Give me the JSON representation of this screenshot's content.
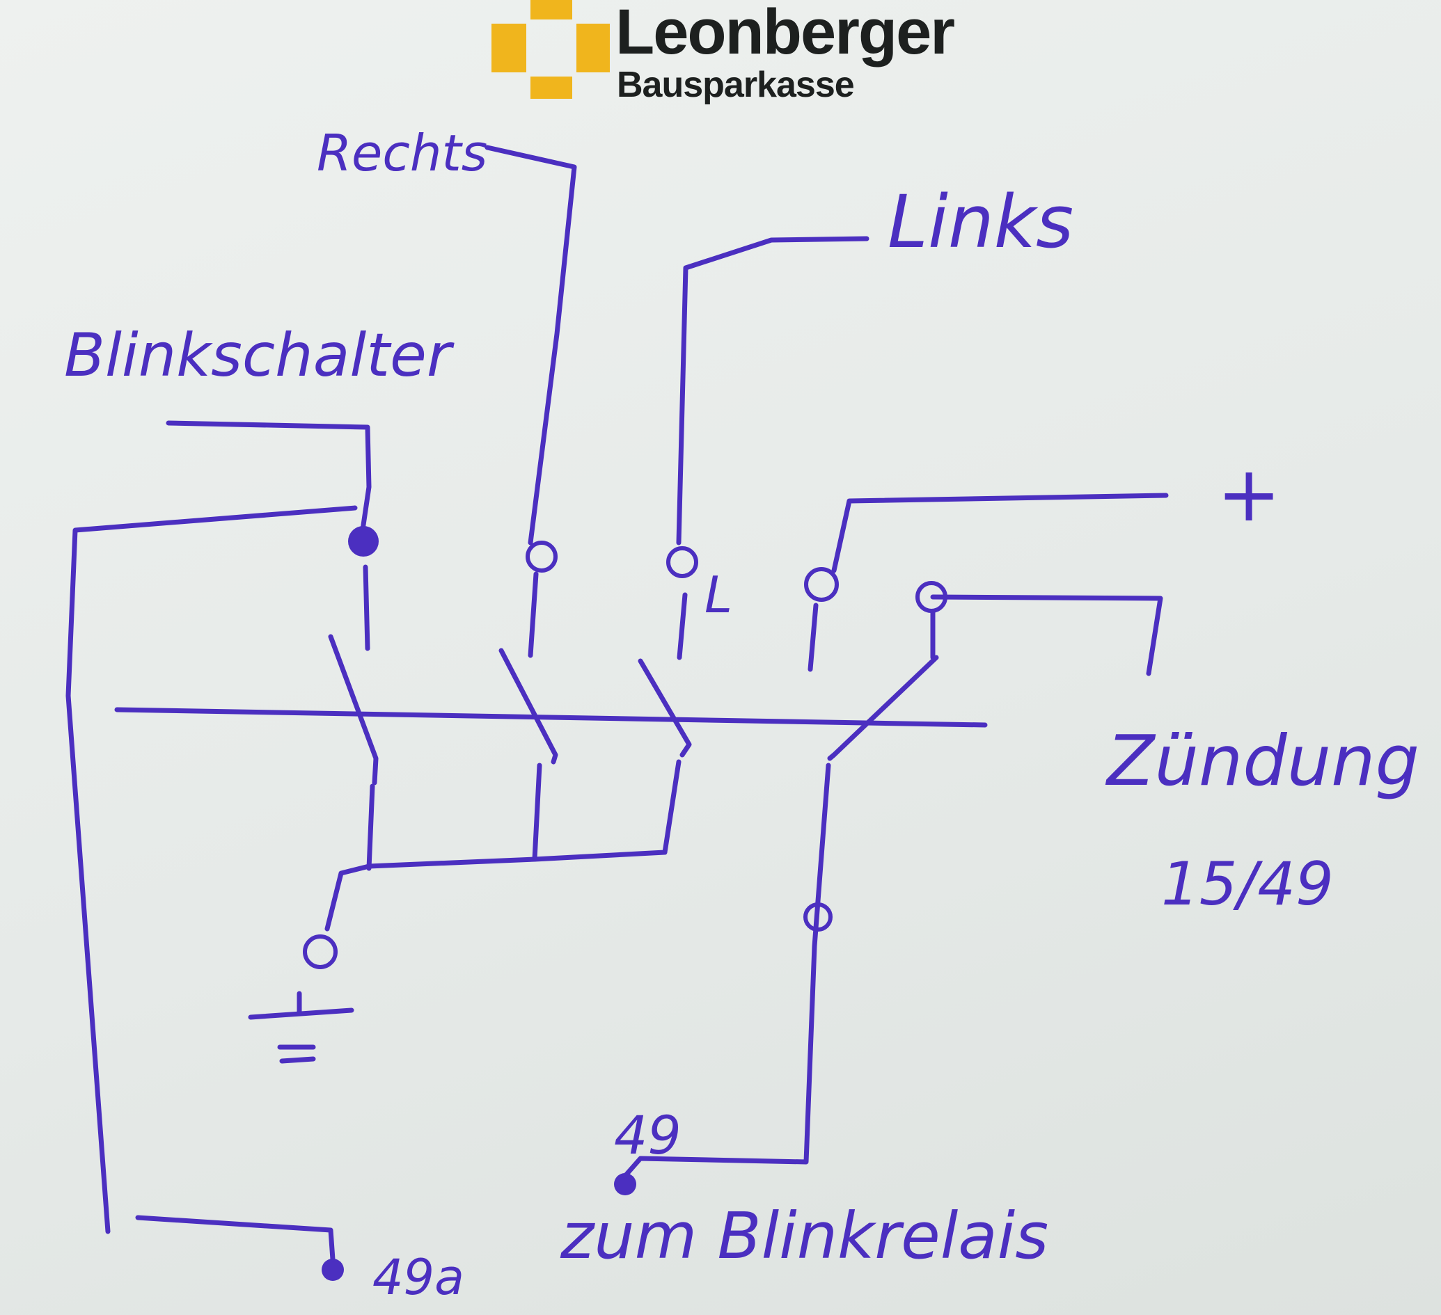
{
  "logo": {
    "name": "Leonberger",
    "subtitle": "Bausparkasse",
    "mark_color": "#f0b51d",
    "text_color": "#1d201f"
  },
  "labels": {
    "rechts": "Rechts",
    "links": "Links",
    "blinkschalter": "Blinkschalter",
    "l_mark": "L",
    "plus": "+",
    "zundung": "Zündung",
    "terminal_15_49": "15/49",
    "terminal_49": "49",
    "terminal_49a": "49a",
    "zum_blinkrelais": "zum Blinkrelais"
  },
  "ink_color": "#4b2fc0"
}
